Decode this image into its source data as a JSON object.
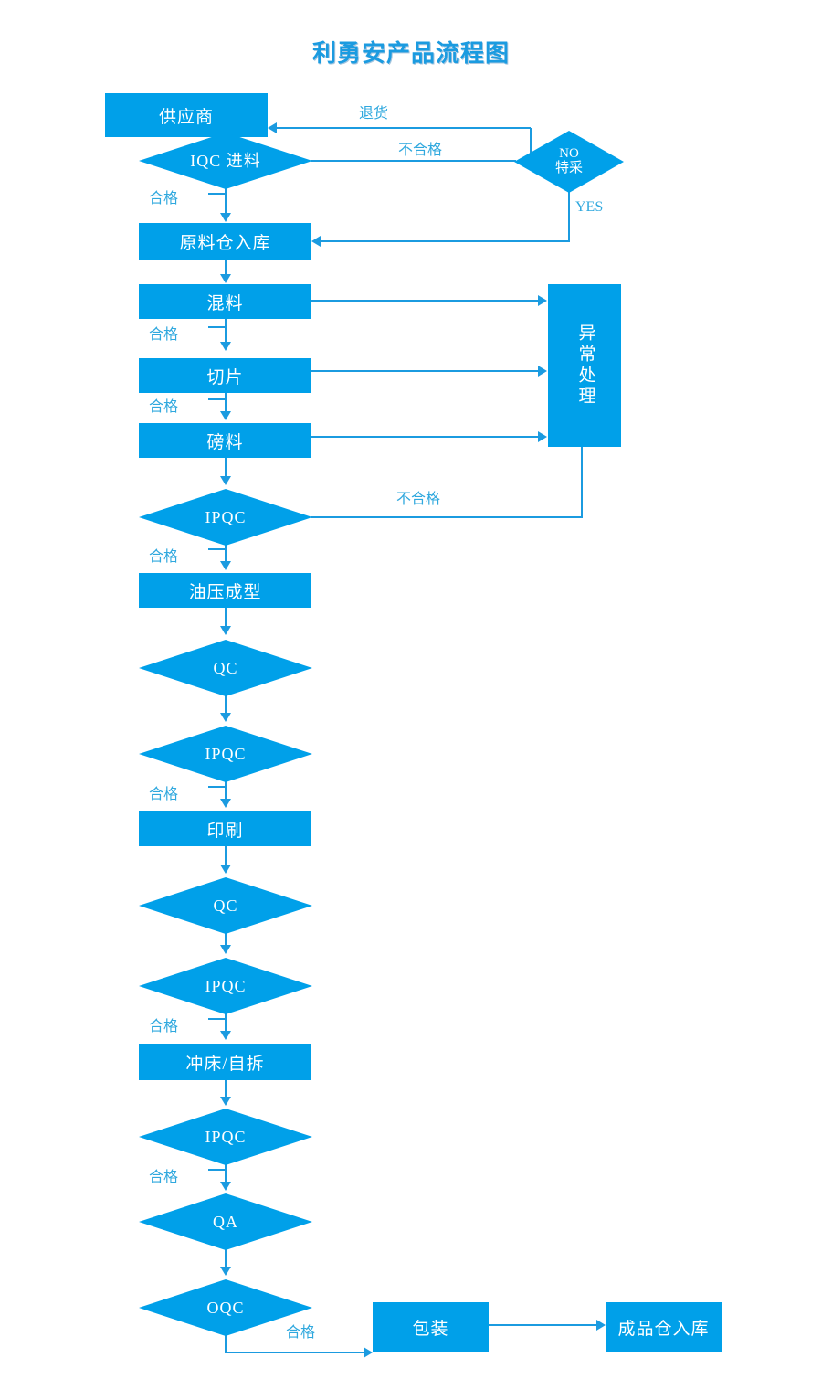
{
  "title": "利勇安产品流程图",
  "theme": {
    "node_fill": "#00A0E9",
    "edge_color": "#1B9BE0",
    "label_color": "#2FA8DE",
    "node_text": "#FFFFFF",
    "background": "#FFFFFF"
  },
  "nodes": {
    "supplier": "供应商",
    "iqc": "IQC 进料",
    "special_purchase": "NO\n特采",
    "material_warehouse": "原料仓入库",
    "mixing": "混料",
    "slicing": "切片",
    "weighing": "磅料",
    "abnormal_handling": "异常处理",
    "ipqc_1": "IPQC",
    "hydraulic_forming": "油压成型",
    "qc_1": "QC",
    "ipqc_2": "IPQC",
    "printing": "印刷",
    "qc_2": "QC",
    "ipqc_3": "IPQC",
    "punch_disassemble": "冲床/自拆",
    "ipqc_4": "IPQC",
    "qa": "QA",
    "oqc": "OQC",
    "packaging": "包装",
    "finished_warehouse": "成品仓入库"
  },
  "edge_labels": {
    "return_goods": "退货",
    "unqualified_iqc": "不合格",
    "yes": "YES",
    "qualified_iqc": "合格",
    "qualified_mixing": "合格",
    "qualified_slicing": "合格",
    "unqualified_ipqc": "不合格",
    "qualified_ipqc1": "合格",
    "qualified_ipqc2": "合格",
    "qualified_ipqc3": "合格",
    "qualified_ipqc4": "合格",
    "qualified_oqc": "合格"
  },
  "chart_data": {
    "type": "diagram",
    "diagram_kind": "flowchart",
    "title": "利勇安产品流程图",
    "orientation": "top-to-bottom",
    "node_list": [
      {
        "id": "supplier",
        "label": "供应商",
        "shape": "rect"
      },
      {
        "id": "iqc",
        "label": "IQC 进料",
        "shape": "diamond"
      },
      {
        "id": "special_purchase",
        "label": "NO 特采",
        "shape": "diamond"
      },
      {
        "id": "material_warehouse",
        "label": "原料仓入库",
        "shape": "rect"
      },
      {
        "id": "mixing",
        "label": "混料",
        "shape": "rect"
      },
      {
        "id": "slicing",
        "label": "切片",
        "shape": "rect"
      },
      {
        "id": "weighing",
        "label": "磅料",
        "shape": "rect"
      },
      {
        "id": "abnormal_handling",
        "label": "异常处理",
        "shape": "rect"
      },
      {
        "id": "ipqc_1",
        "label": "IPQC",
        "shape": "diamond"
      },
      {
        "id": "hydraulic_forming",
        "label": "油压成型",
        "shape": "rect"
      },
      {
        "id": "qc_1",
        "label": "QC",
        "shape": "diamond"
      },
      {
        "id": "ipqc_2",
        "label": "IPQC",
        "shape": "diamond"
      },
      {
        "id": "printing",
        "label": "印刷",
        "shape": "rect"
      },
      {
        "id": "qc_2",
        "label": "QC",
        "shape": "diamond"
      },
      {
        "id": "ipqc_3",
        "label": "IPQC",
        "shape": "diamond"
      },
      {
        "id": "punch_disassemble",
        "label": "冲床/自拆",
        "shape": "rect"
      },
      {
        "id": "ipqc_4",
        "label": "IPQC",
        "shape": "diamond"
      },
      {
        "id": "qa",
        "label": "QA",
        "shape": "diamond"
      },
      {
        "id": "oqc",
        "label": "OQC",
        "shape": "diamond"
      },
      {
        "id": "packaging",
        "label": "包装",
        "shape": "rect"
      },
      {
        "id": "finished_warehouse",
        "label": "成品仓入库",
        "shape": "rect"
      }
    ],
    "edge_list": [
      {
        "from": "supplier",
        "to": "iqc",
        "label": ""
      },
      {
        "from": "iqc",
        "to": "special_purchase",
        "label": "不合格"
      },
      {
        "from": "special_purchase",
        "to": "supplier",
        "label": "退货"
      },
      {
        "from": "special_purchase",
        "to": "material_warehouse",
        "label": "YES"
      },
      {
        "from": "iqc",
        "to": "material_warehouse",
        "label": "合格"
      },
      {
        "from": "material_warehouse",
        "to": "mixing",
        "label": ""
      },
      {
        "from": "mixing",
        "to": "slicing",
        "label": "合格"
      },
      {
        "from": "slicing",
        "to": "weighing",
        "label": "合格"
      },
      {
        "from": "mixing",
        "to": "abnormal_handling",
        "label": ""
      },
      {
        "from": "slicing",
        "to": "abnormal_handling",
        "label": ""
      },
      {
        "from": "weighing",
        "to": "abnormal_handling",
        "label": ""
      },
      {
        "from": "weighing",
        "to": "ipqc_1",
        "label": ""
      },
      {
        "from": "ipqc_1",
        "to": "abnormal_handling",
        "label": "不合格"
      },
      {
        "from": "ipqc_1",
        "to": "hydraulic_forming",
        "label": "合格"
      },
      {
        "from": "hydraulic_forming",
        "to": "qc_1",
        "label": ""
      },
      {
        "from": "qc_1",
        "to": "ipqc_2",
        "label": ""
      },
      {
        "from": "ipqc_2",
        "to": "printing",
        "label": "合格"
      },
      {
        "from": "printing",
        "to": "qc_2",
        "label": ""
      },
      {
        "from": "qc_2",
        "to": "ipqc_3",
        "label": ""
      },
      {
        "from": "ipqc_3",
        "to": "punch_disassemble",
        "label": "合格"
      },
      {
        "from": "punch_disassemble",
        "to": "ipqc_4",
        "label": ""
      },
      {
        "from": "ipqc_4",
        "to": "qa",
        "label": "合格"
      },
      {
        "from": "qa",
        "to": "oqc",
        "label": ""
      },
      {
        "from": "oqc",
        "to": "packaging",
        "label": "合格"
      },
      {
        "from": "packaging",
        "to": "finished_warehouse",
        "label": ""
      }
    ]
  }
}
